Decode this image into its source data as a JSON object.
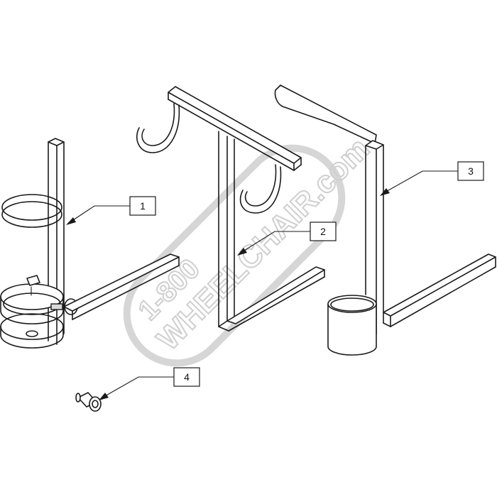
{
  "watermark": {
    "line1": "1-800",
    "line2": "WHEELCHAIR.com",
    "color": "#cfcfcf"
  },
  "callouts": [
    {
      "id": "callout-1",
      "label": "1"
    },
    {
      "id": "callout-2",
      "label": "2"
    },
    {
      "id": "callout-3",
      "label": "3"
    },
    {
      "id": "callout-4",
      "label": "4"
    }
  ],
  "colors": {
    "line": "#1a1a1a",
    "background": "#ffffff"
  }
}
